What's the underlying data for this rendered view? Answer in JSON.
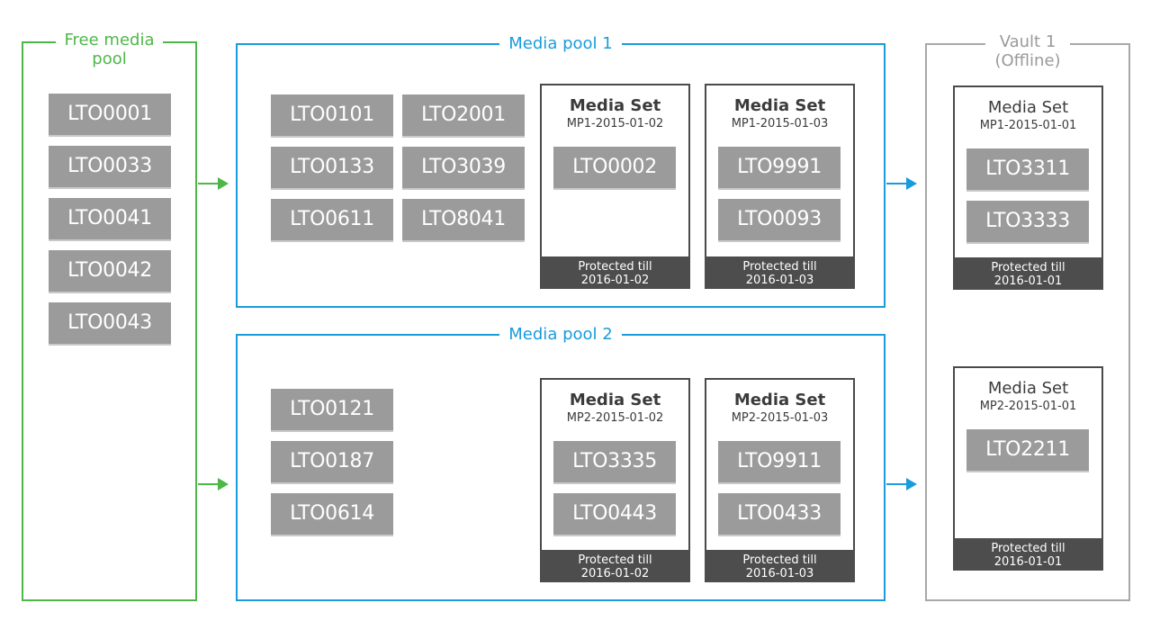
{
  "free_pool": {
    "title": "Free media\npool",
    "tapes": [
      "LTO0001",
      "LTO0033",
      "LTO0041",
      "LTO0042",
      "LTO0043"
    ]
  },
  "media_pool_1": {
    "title": "Media pool 1",
    "tapes": [
      "LTO0101",
      "LTO2001",
      "LTO0133",
      "LTO3039",
      "LTO0611",
      "LTO8041"
    ],
    "sets": [
      {
        "title": "Media Set",
        "name": "MP1-2015-01-02",
        "tapes": [
          "LTO0002"
        ],
        "protected_label": "Protected till",
        "protected_date": "2016-01-02"
      },
      {
        "title": "Media Set",
        "name": "MP1-2015-01-03",
        "tapes": [
          "LTO9991",
          "LTO0093"
        ],
        "protected_label": "Protected till",
        "protected_date": "2016-01-03"
      }
    ]
  },
  "media_pool_2": {
    "title": "Media pool 2",
    "tapes": [
      "LTO0121",
      "LTO0187",
      "LTO0614"
    ],
    "sets": [
      {
        "title": "Media Set",
        "name": "MP2-2015-01-02",
        "tapes": [
          "LTO3335",
          "LTO0443"
        ],
        "protected_label": "Protected till",
        "protected_date": "2016-01-02"
      },
      {
        "title": "Media Set",
        "name": "MP2-2015-01-03",
        "tapes": [
          "LTO9911",
          "LTO0433"
        ],
        "protected_label": "Protected till",
        "protected_date": "2016-01-03"
      }
    ]
  },
  "vault": {
    "title": "Vault 1\n(Offline)",
    "sets": [
      {
        "title": "Media Set",
        "name": "MP1-2015-01-01",
        "tapes": [
          "LTO3311",
          "LTO3333"
        ],
        "protected_label": "Protected till",
        "protected_date": "2016-01-01"
      },
      {
        "title": "Media Set",
        "name": "MP2-2015-01-01",
        "tapes": [
          "LTO2211"
        ],
        "protected_label": "Protected till",
        "protected_date": "2016-01-01"
      }
    ]
  },
  "colors": {
    "free_pool": "#4db848",
    "media_pool": "#1a9bdc",
    "vault": "#a0a0a0",
    "tape": "#9b9b9b",
    "footer": "#4d4d4d"
  }
}
